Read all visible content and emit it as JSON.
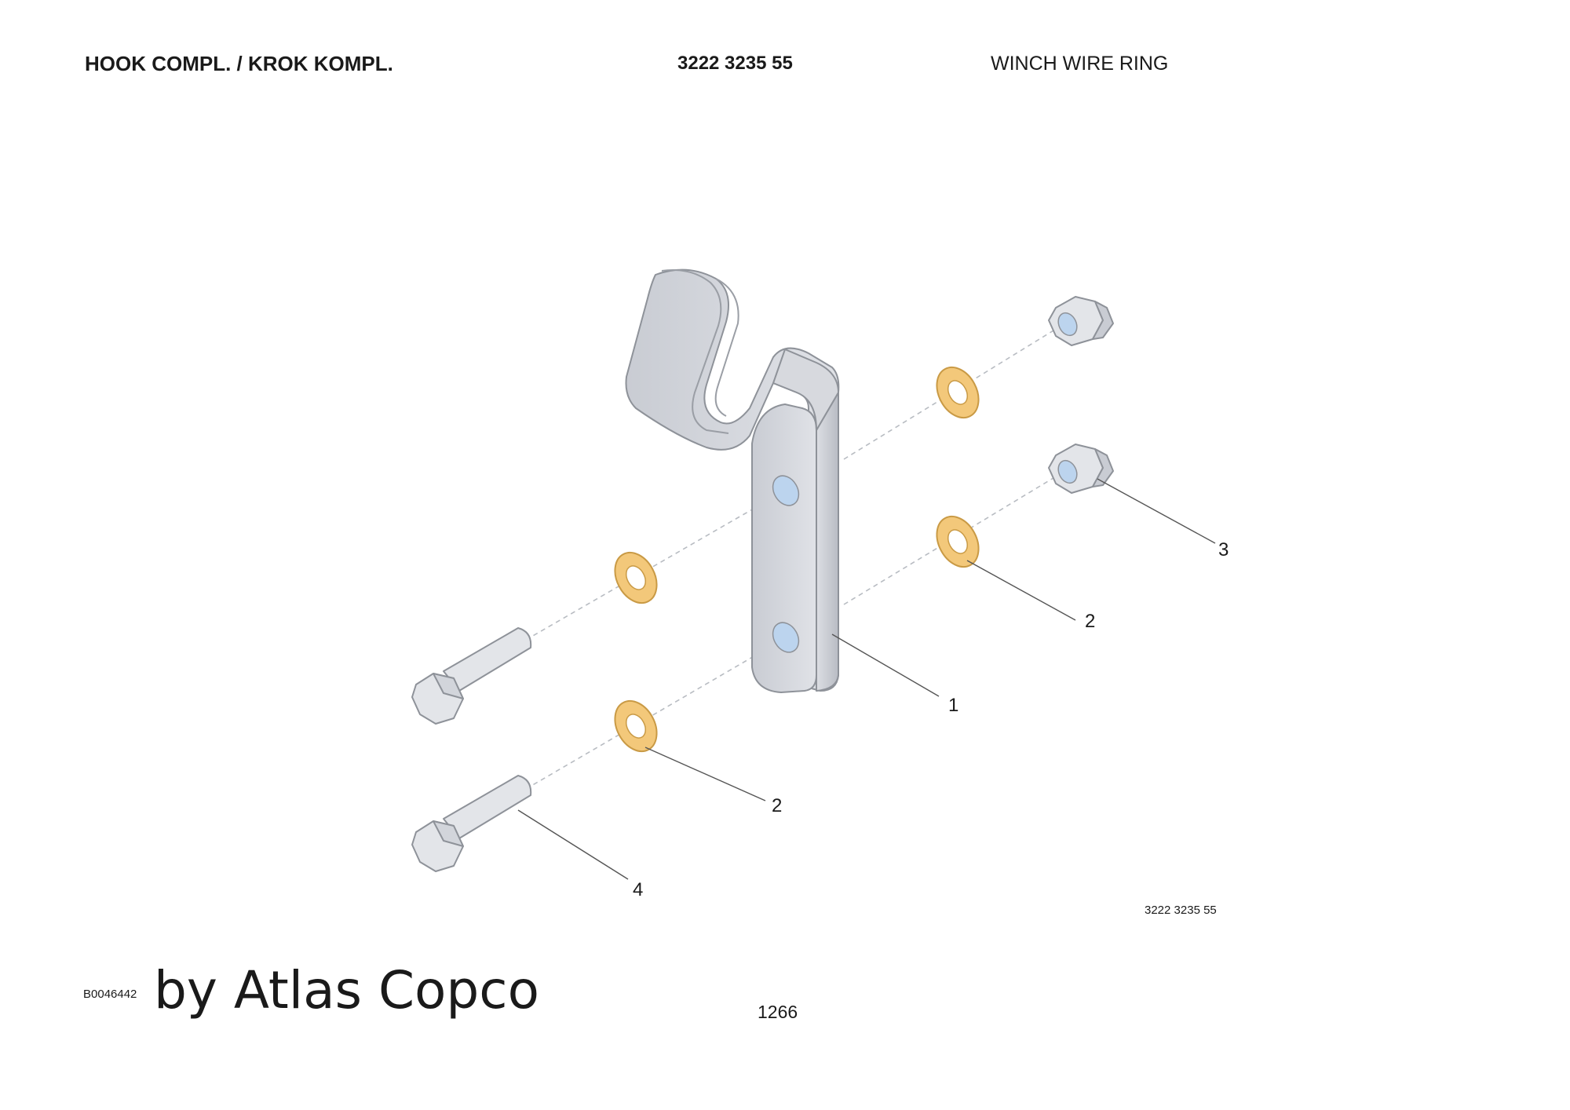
{
  "header": {
    "title": "HOOK COMPL. / KROK KOMPL.",
    "part_number": "3222 3235 55",
    "description": "WINCH WIRE RING"
  },
  "drawing": {
    "callouts": {
      "hook": "1",
      "washer_right": "2",
      "washer_lower_left": "2",
      "nut": "3",
      "bolt": "4"
    },
    "reference_number": "3222 3235 55",
    "colors": {
      "steel": "#d0d3d9",
      "steel_outline": "#8e9299",
      "washer": "#f3c87a",
      "washer_outline": "#c99a45",
      "hole": "#bcd4ee"
    }
  },
  "footer": {
    "document_code": "B0046442",
    "brand": "by Atlas Copco",
    "page_number": "1266"
  }
}
